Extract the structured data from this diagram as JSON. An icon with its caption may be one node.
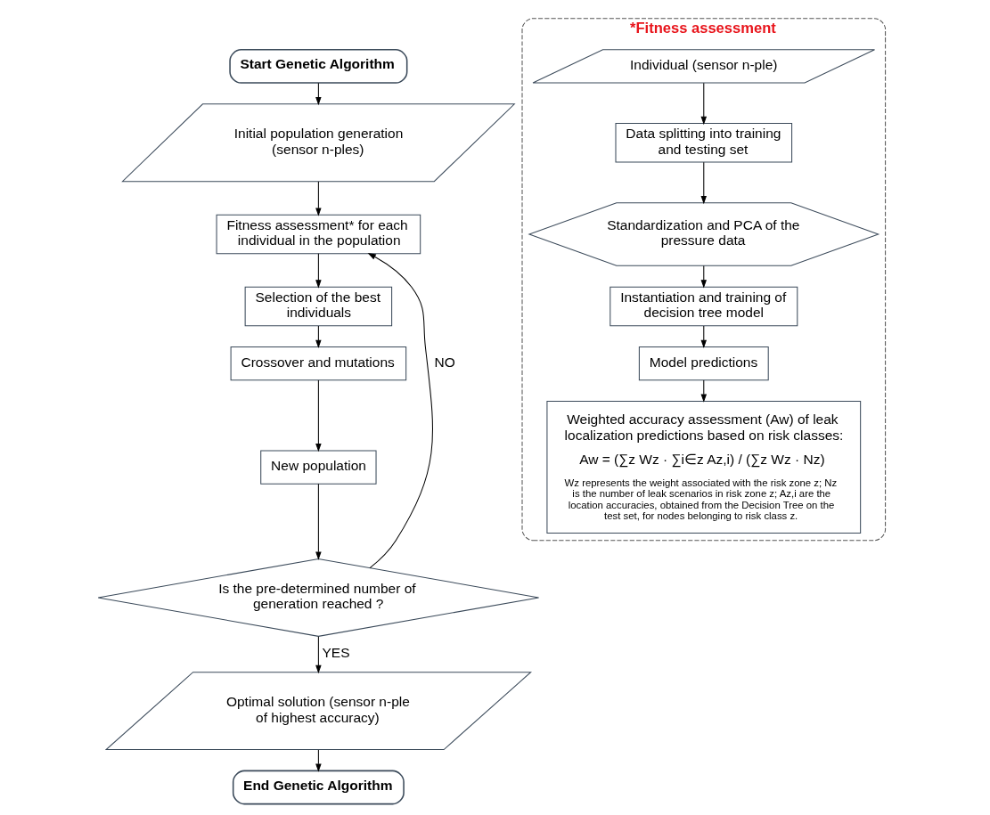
{
  "diagram": {
    "nodes": [
      {
        "text": [
          "Start Genetic Algorithm"
        ]
      },
      {
        "text": [
          "Initial population generation (sensor n-ples)"
        ]
      },
      {
        "text": [
          "Fitness assessment* for each individual in the population"
        ]
      },
      {
        "text": [
          "Selection of the best individuals"
        ]
      },
      {
        "text": [
          "Crossover and mutations"
        ]
      },
      {
        "text": [
          "New population"
        ]
      },
      {
        "text": [
          "Is the pre-determined number of generation reached ?"
        ]
      },
      {
        "text": [
          "Optimal solution (sensor n-ple of highest accuracy)"
        ]
      },
      {
        "text": [
          "End Genetic Algorithm"
        ]
      },
      {
        "text": [
          "*Fitness assessment"
        ]
      },
      {
        "text": [
          "Individual (sensor n-ple)"
        ],
        "in": 9
      },
      {
        "text": [
          "Data splitting into training and testing set"
        ],
        "in": 9
      },
      {
        "text": [
          "Standardization and PCA of the pressure data"
        ],
        "in": 9
      },
      {
        "text": [
          "Instantiation and training of decision tree model"
        ],
        "in": 9
      },
      {
        "text": [
          "Model predictions"
        ],
        "in": 9
      },
      {
        "text": [
          "Weighted accuracy assessment (Aw) of leak localization predictions based on risk classes:",
          "Aw = (∑z Wz · ∑i∈z Az,i) / (∑z Wz · Nz)",
          "Wz represents the weight associated with the risk zone z; Nz is the number of leak scenarios in risk zone z; Az,i are the location accuracies, obtained from the Decision Tree on the test set, for nodes belonging to risk class z."
        ],
        "in": 9
      }
    ],
    "edges": [
      {
        "from": 0,
        "to": 1,
        "arrow": "to"
      },
      {
        "from": 1,
        "to": 2,
        "arrow": "to"
      },
      {
        "from": 2,
        "to": 3,
        "arrow": "to"
      },
      {
        "from": 3,
        "to": 4,
        "arrow": "to"
      },
      {
        "from": 4,
        "to": 5,
        "arrow": "to"
      },
      {
        "from": 5,
        "to": 6,
        "arrow": "to"
      },
      {
        "from": 6,
        "to": 2,
        "arrow": "to",
        "label": "NO"
      },
      {
        "from": 6,
        "to": 7,
        "arrow": "to",
        "label": "YES"
      },
      {
        "from": 7,
        "to": 8,
        "arrow": "to"
      },
      {
        "from": 10,
        "to": 11,
        "arrow": "to"
      },
      {
        "from": 11,
        "to": 12,
        "arrow": "to"
      },
      {
        "from": 12,
        "to": 13,
        "arrow": "to"
      },
      {
        "from": 13,
        "to": 14,
        "arrow": "to"
      },
      {
        "from": 14,
        "to": 15,
        "arrow": "to"
      }
    ]
  }
}
